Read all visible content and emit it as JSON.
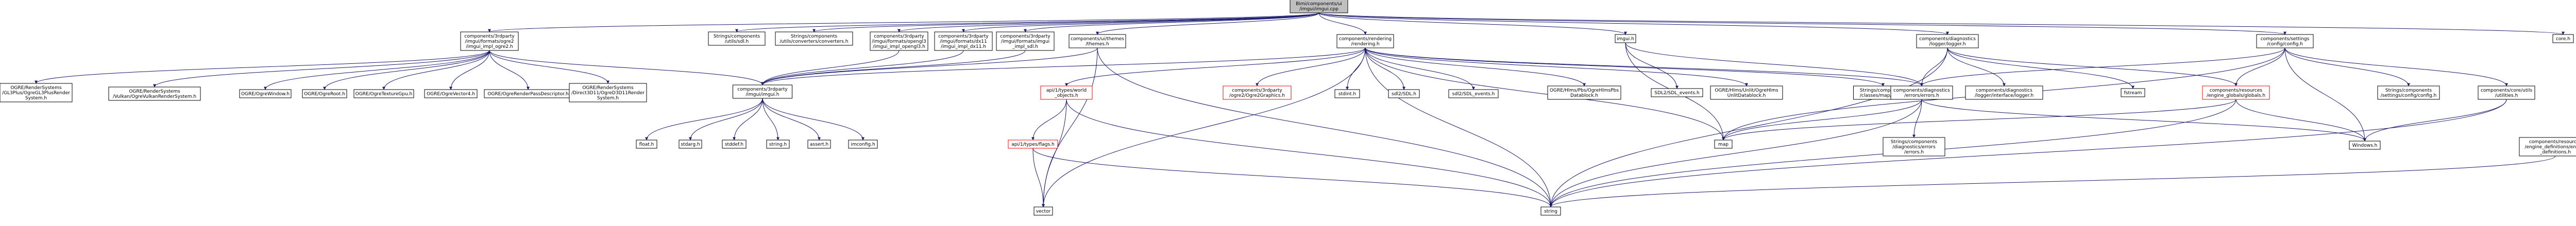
{
  "graph": {
    "root": {
      "lines": [
        "Bimi/components/ui",
        "/imgui/imgui.cpp"
      ]
    },
    "nodes": [
      {
        "id": "root",
        "lines": [
          "Bimi/components/ui",
          "/imgui/imgui.cpp"
        ],
        "style": "root"
      },
      {
        "id": "ogre2",
        "lines": [
          "components/3rdparty",
          "/imgui/formats/ogre2",
          "/imgui_impl_ogre2.h"
        ]
      },
      {
        "id": "sdl_h",
        "lines": [
          "Strings/components",
          "/utils/sdl.h"
        ]
      },
      {
        "id": "converters",
        "lines": [
          "Strings/components",
          "/utils/converters/converters.h"
        ]
      },
      {
        "id": "impl_opengl3",
        "lines": [
          "components/3rdparty",
          "/imgui/formats/opengl3",
          "/imgui_impl_opengl3.h"
        ]
      },
      {
        "id": "impl_dx11",
        "lines": [
          "components/3rdparty",
          "/imgui/formats/dx11",
          "/imgui_impl_dx11.h"
        ]
      },
      {
        "id": "impl_sdl",
        "lines": [
          "components/3rdparty",
          "/imgui/formats/imgui",
          "_impl_sdl.h"
        ]
      },
      {
        "id": "themes",
        "lines": [
          "components/ui/themes",
          "/themes.h"
        ]
      },
      {
        "id": "rendering",
        "lines": [
          "components/rendering",
          "/rendering.h"
        ]
      },
      {
        "id": "imgui_h",
        "lines": [
          "imgui.h"
        ]
      },
      {
        "id": "logger",
        "lines": [
          "components/diagnostics",
          "/logger/logger.h"
        ]
      },
      {
        "id": "config",
        "lines": [
          "components/settings",
          "/config/config.h"
        ]
      },
      {
        "id": "core",
        "lines": [
          "core.h"
        ]
      },
      {
        "id": "gl3plus",
        "lines": [
          "OGRE/RenderSystems",
          "/GL3Plus/OgreGL3PlusRender",
          "System.h"
        ]
      },
      {
        "id": "vulkan",
        "lines": [
          "OGRE/RenderSystems",
          "/Vulkan/OgreVulkanRenderSystem.h"
        ]
      },
      {
        "id": "ogrewindow",
        "lines": [
          "OGRE/OgreWindow.h"
        ]
      },
      {
        "id": "ogreroot",
        "lines": [
          "OGRE/OgreRoot.h"
        ]
      },
      {
        "id": "texturegpu",
        "lines": [
          "OGRE/OgreTextureGpu.h"
        ]
      },
      {
        "id": "vector4",
        "lines": [
          "OGRE/OgreVector4.h"
        ]
      },
      {
        "id": "passdesc",
        "lines": [
          "OGRE/OgreRenderPassDescriptor.h"
        ]
      },
      {
        "id": "d3d11",
        "lines": [
          "OGRE/RenderSystems",
          "/Direct3D11/OgreD3D11Render",
          "System.h"
        ]
      },
      {
        "id": "imgui_imgui",
        "lines": [
          "components/3rdparty",
          "/imgui/imgui.h"
        ]
      },
      {
        "id": "ap_objects",
        "lines": [
          "api/1/types/world",
          "_objects.h"
        ],
        "style": "red"
      },
      {
        "id": "ogre2_graphics",
        "lines": [
          "components/3rdparty",
          "/ogre2/Ogre2Graphics.h"
        ],
        "style": "red"
      },
      {
        "id": "stdint",
        "lines": [
          "stdint.h"
        ]
      },
      {
        "id": "sdl2sdl",
        "lines": [
          "sdl2/SDL.h"
        ]
      },
      {
        "id": "sdl2events",
        "lines": [
          "sdl2/SDL_events.h"
        ]
      },
      {
        "id": "hlms_pbs",
        "lines": [
          "OGRE/Hlms/Pbs/OgreHlmsPbs",
          "Datablock.h"
        ]
      },
      {
        "id": "hlms_unlit",
        "lines": [
          "OGRE/Hlms/Unlit/OgreHlms",
          "UnlitDatablock.h"
        ]
      },
      {
        "id": "classesmap",
        "lines": [
          "Strings/components",
          "/classes/map/map.h"
        ]
      },
      {
        "id": "sdl2_events_b",
        "lines": [
          "SDL2/SDL_events.h"
        ]
      },
      {
        "id": "errors_h",
        "lines": [
          "components/diagnostics",
          "/errors/errors.h"
        ]
      },
      {
        "id": "logger_iface",
        "lines": [
          "components/diagnostics",
          "/logger/interface/logger.h"
        ]
      },
      {
        "id": "fstream",
        "lines": [
          "fstream"
        ]
      },
      {
        "id": "globals",
        "lines": [
          "components/resources",
          "/engine_globals/globals.h"
        ],
        "style": "red"
      },
      {
        "id": "settings_config",
        "lines": [
          "Strings/components",
          "/settings/config/config.h"
        ]
      },
      {
        "id": "utilities",
        "lines": [
          "components/core/utils",
          "/utilities.h"
        ]
      },
      {
        "id": "float_h",
        "lines": [
          "float.h"
        ]
      },
      {
        "id": "stdarg",
        "lines": [
          "stdarg.h"
        ]
      },
      {
        "id": "stddef",
        "lines": [
          "stddef.h"
        ]
      },
      {
        "id": "string_h",
        "lines": [
          "string.h"
        ]
      },
      {
        "id": "assert_h",
        "lines": [
          "assert.h"
        ]
      },
      {
        "id": "imconfig",
        "lines": [
          "imconfig.h"
        ]
      },
      {
        "id": "ap_flags",
        "lines": [
          "api/1/types/flags.h"
        ],
        "style": "red"
      },
      {
        "id": "map",
        "lines": [
          "map"
        ]
      },
      {
        "id": "diag_errors",
        "lines": [
          "Strings/components",
          "/diagnostics/errors",
          "/errors.h"
        ]
      },
      {
        "id": "windows_h",
        "lines": [
          "Windows.h"
        ]
      },
      {
        "id": "engine_defs",
        "lines": [
          "components/resources",
          "/engine_definitions/engine",
          "_definitions.h"
        ]
      },
      {
        "id": "vector",
        "lines": [
          "vector"
        ]
      },
      {
        "id": "string",
        "lines": [
          "string"
        ]
      }
    ]
  }
}
